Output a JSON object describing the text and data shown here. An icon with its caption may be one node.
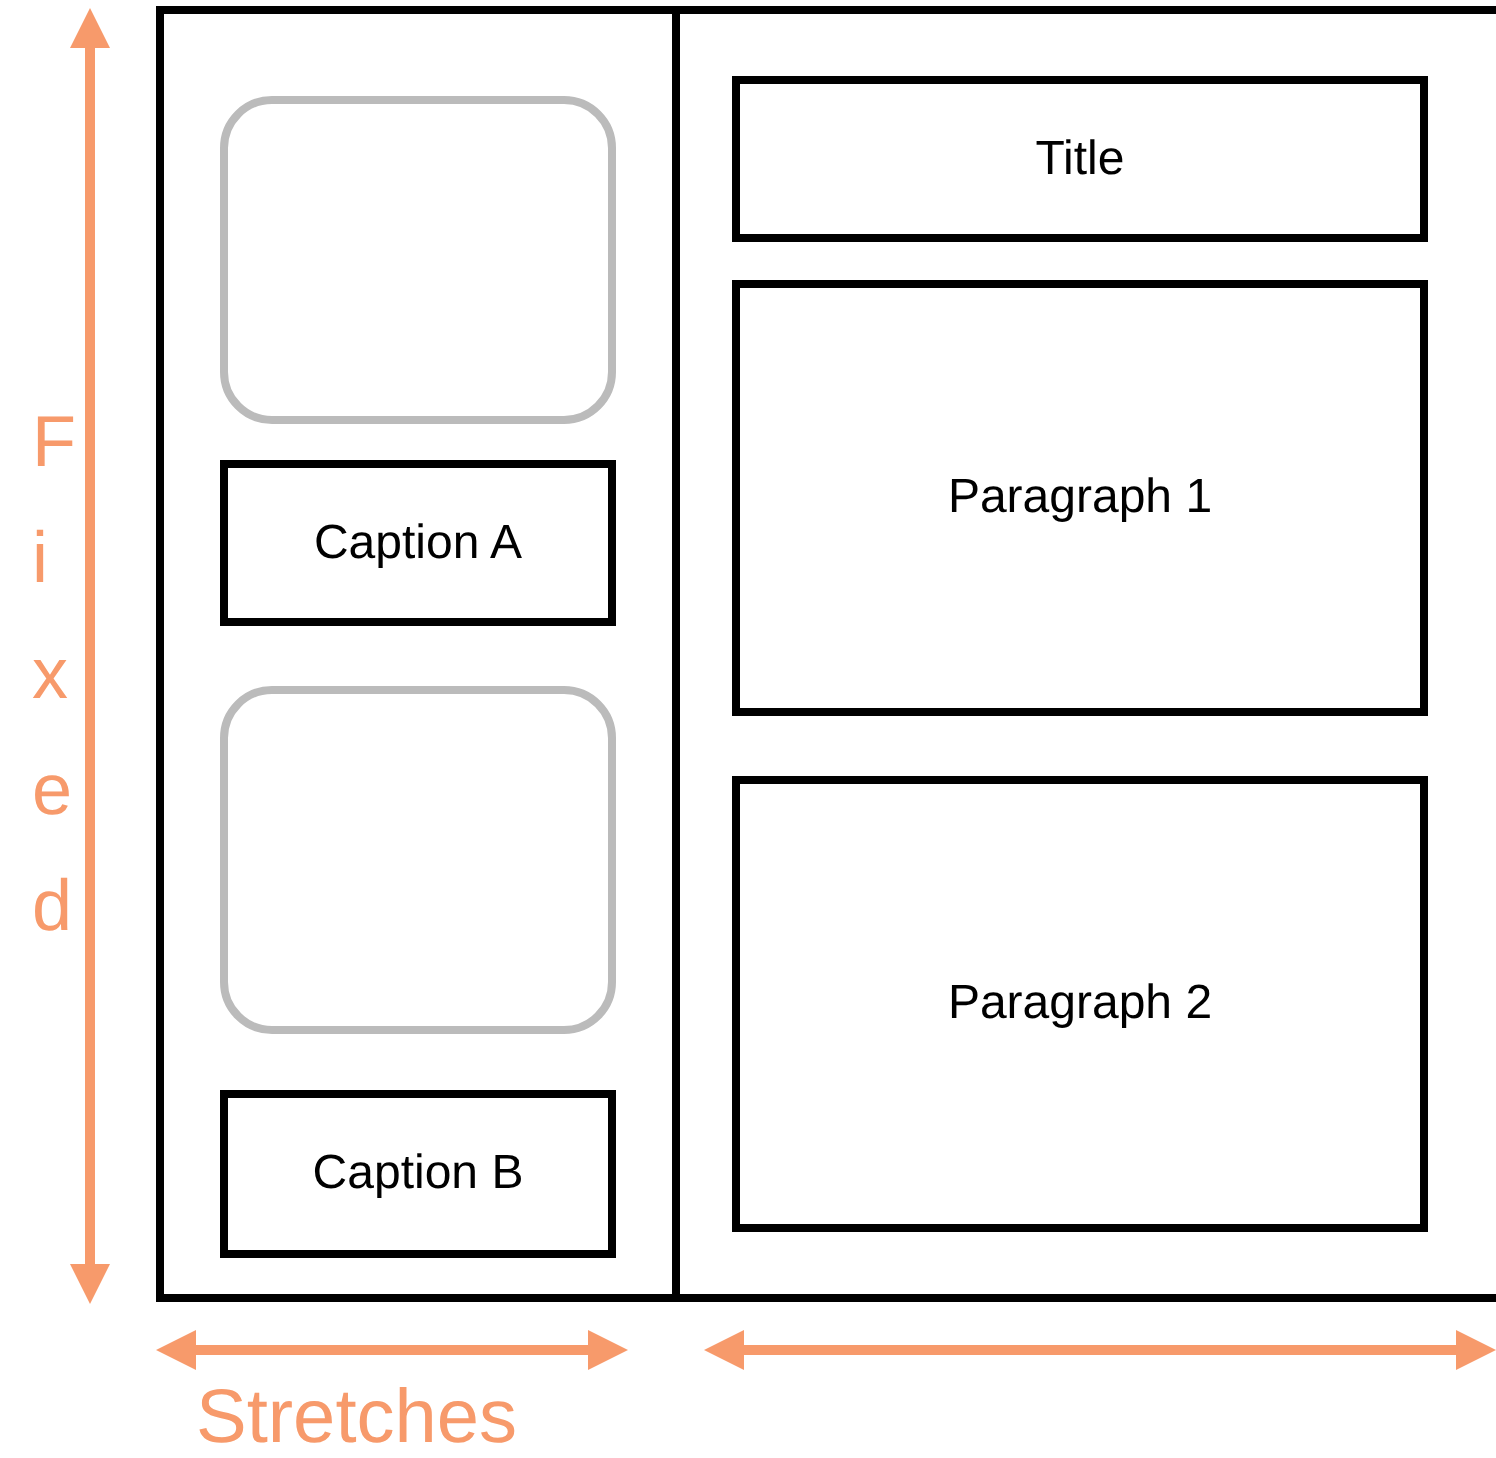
{
  "diagram": {
    "nodes": [
      {
        "text": [],
        "shape": "box"
      },
      {
        "text": [],
        "shape": "box",
        "in": 0
      },
      {
        "text": [
          "Caption A"
        ],
        "in": 0
      },
      {
        "text": [],
        "shape": "box",
        "in": 0
      },
      {
        "text": [
          "Caption B"
        ],
        "in": 0
      },
      {
        "text": [],
        "shape": "box"
      },
      {
        "text": [
          "Title"
        ],
        "in": 5
      },
      {
        "text": [
          "Paragraph 1"
        ],
        "in": 5
      },
      {
        "text": [
          "Paragraph 2"
        ],
        "in": 5
      }
    ],
    "edges": [],
    "labels": [
      "Fixed",
      "Stretches"
    ]
  }
}
